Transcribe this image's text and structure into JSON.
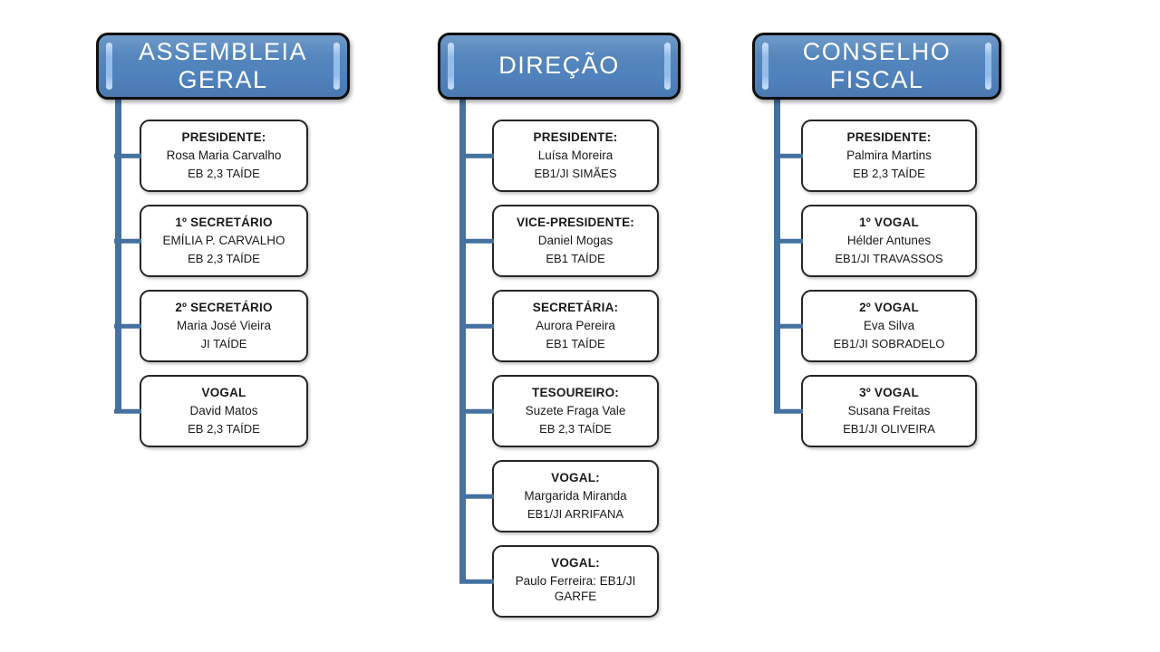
{
  "colors": {
    "header_fill": "#4f81bd",
    "header_highlight": "#9cc3ee",
    "header_border": "#0f0f0f",
    "header_text": "#ffffff",
    "connector": "#44719f",
    "box_fill": "#ffffff",
    "box_border": "#262626",
    "box_text": "#1a1a1a"
  },
  "columns": [
    {
      "title": "ASSEMBLEIA GERAL",
      "members": [
        {
          "role": "PRESIDENTE:",
          "name": "Rosa Maria Carvalho",
          "school": "EB 2,3 TAÍDE"
        },
        {
          "role": "1º SECRETÁRIO",
          "name": "EMÍLIA P. CARVALHO",
          "school": "EB 2,3 TAÍDE"
        },
        {
          "role": "2º SECRETÁRIO",
          "name": "Maria José Vieira",
          "school": "JI TAÍDE"
        },
        {
          "role": "VOGAL",
          "name": "David Matos",
          "school": "EB 2,3 TAÍDE"
        }
      ]
    },
    {
      "title": "DIREÇÃO",
      "members": [
        {
          "role": "PRESIDENTE:",
          "name": "Luísa Moreira",
          "school": "EB1/JI SIMÃES"
        },
        {
          "role": "VICE-PRESIDENTE:",
          "name": "Daniel Mogas",
          "school": "EB1 TAÍDE"
        },
        {
          "role": "SECRETÁRIA:",
          "name": "Aurora Pereira",
          "school": "EB1 TAÍDE"
        },
        {
          "role": "TESOUREIRO:",
          "name": "Suzete Fraga Vale",
          "school": "EB 2,3 TAÍDE"
        },
        {
          "role": "VOGAL:",
          "name": "Margarida Miranda",
          "school": "EB1/JI ARRIFANA"
        },
        {
          "role": "VOGAL:",
          "name": "Paulo Ferreira: EB1/JI GARFE",
          "school": ""
        }
      ]
    },
    {
      "title": "CONSELHO FISCAL",
      "members": [
        {
          "role": "PRESIDENTE:",
          "name": "Palmira Martins",
          "school": "EB 2,3 TAÍDE"
        },
        {
          "role": "1º VOGAL",
          "name": "Hélder Antunes",
          "school": "EB1/JI TRAVASSOS"
        },
        {
          "role": "2º VOGAL",
          "name": "Eva Silva",
          "school": "EB1/JI SOBRADELO"
        },
        {
          "role": "3º VOGAL",
          "name": "Susana Freitas",
          "school": "EB1/JI OLIVEIRA"
        }
      ]
    }
  ]
}
